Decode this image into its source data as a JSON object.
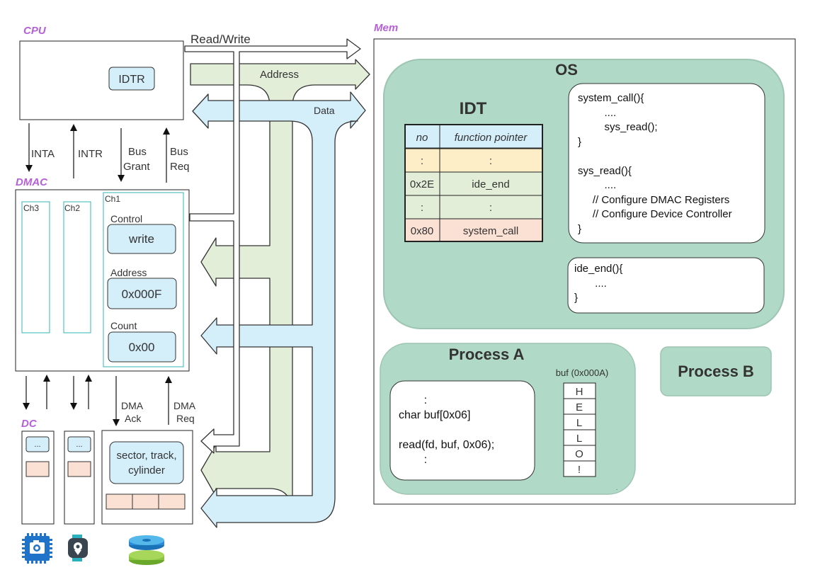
{
  "labels": {
    "cpu": "CPU",
    "mem": "Mem",
    "dmac": "DMAC",
    "dc": "DC"
  },
  "cpu": {
    "register": "IDTR"
  },
  "buses": {
    "read_write": "Read/Write",
    "address": "Address",
    "data": "Data"
  },
  "signals": {
    "inta": "INTA",
    "intr": "INTR",
    "bus_grant_1": "Bus",
    "bus_grant_2": "Grant",
    "bus_req_1": "Bus",
    "bus_req_2": "Req",
    "dma_ack_1": "DMA",
    "dma_ack_2": "Ack",
    "dma_req_1": "DMA",
    "dma_req_2": "Req"
  },
  "dmac": {
    "channels": [
      "Ch3",
      "Ch2",
      "Ch1"
    ],
    "control_label": "Control",
    "control_value": "write",
    "address_label": "Address",
    "address_value": "0x000F",
    "count_label": "Count",
    "count_value": "0x00"
  },
  "dc": {
    "small_reg": "...",
    "disk_reg": "sector, track, cylinder",
    "disk_reg_line1": "sector, track,",
    "disk_reg_line2": "cylinder"
  },
  "os": {
    "title": "OS",
    "idt_title": "IDT",
    "idt_headers": [
      "no",
      "function pointer"
    ],
    "idt_rows": [
      {
        "no": ":",
        "fp": ":",
        "color": "#fdeec8"
      },
      {
        "no": "0x2E",
        "fp": "ide_end",
        "color": "#e2eed8"
      },
      {
        "no": ":",
        "fp": ":",
        "color": "#e2eed8"
      },
      {
        "no": "0x80",
        "fp": "system_call",
        "color": "#fbe0d4"
      }
    ],
    "code_system_call": "system_call(){\n         ....\n         sys_read();\n}\n\nsys_read(){\n         ....\n     // Configure DMAC Registers\n     // Configure Device Controller\n}",
    "code_ide_end": "ide_end(){\n       ....\n}"
  },
  "process_a": {
    "title": "Process A",
    "code": "        :\nchar buf[0x06]\n\nread(fd, buf, 0x06);\n        :",
    "buf_label": "buf (0x000A)",
    "buf_cells": [
      "H",
      "E",
      "L",
      "L",
      "O",
      "!"
    ],
    "dot": "."
  },
  "process_b": {
    "title": "Process B"
  },
  "colors": {
    "purple_label": "#b660d8",
    "os_fill": "#b1d9c7",
    "address_bus": "#e2eed8",
    "data_bus": "#d4eefa",
    "register_fill": "#d4eefa",
    "idt_red": "#e53030",
    "teal": "#35b5b5",
    "salmon": "#fbe0d4"
  },
  "icons": [
    "camera-chip-icon",
    "smartwatch-icon",
    "disk-stack-icon"
  ]
}
